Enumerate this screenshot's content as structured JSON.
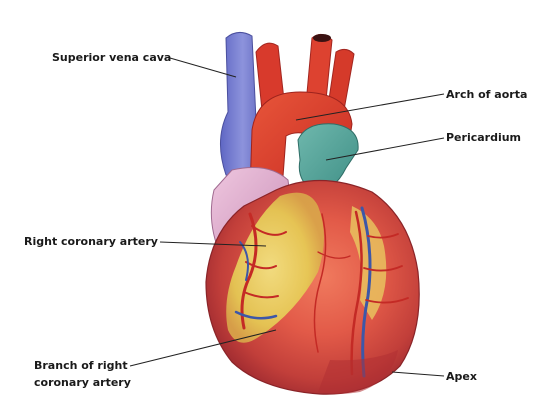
{
  "diagram": {
    "labels": {
      "superior_vena_cava": "Superior vena cava",
      "arch_of_aorta": "Arch of aorta",
      "pericardium": "Pericardium",
      "right_coronary_artery": "Right coronary artery",
      "branch_line1": "Branch of right",
      "branch_line2": "coronary artery",
      "apex": "Apex"
    }
  }
}
